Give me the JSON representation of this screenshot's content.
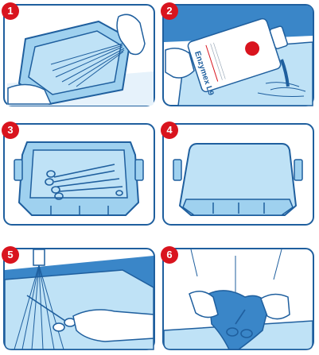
{
  "steps": [
    {
      "number": "1"
    },
    {
      "number": "2",
      "product_label": "Enzymex L9"
    },
    {
      "number": "3"
    },
    {
      "number": "4"
    },
    {
      "number": "5"
    },
    {
      "number": "6"
    }
  ],
  "colors": {
    "panel_outline": "#1f5f9e",
    "panel_fill": "#ffffff",
    "water": "#bfe2f6",
    "tray_fill": "#9fd1ef",
    "tray_line": "#1f5f9e",
    "badge": "#d9141e",
    "badge_text": "#ffffff"
  }
}
